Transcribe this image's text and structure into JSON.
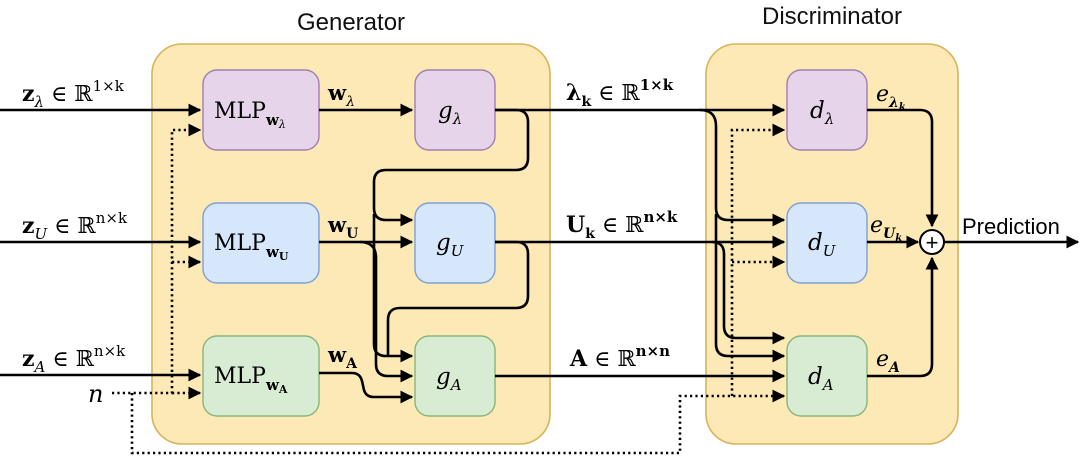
{
  "panels": {
    "generator_title": "Generator",
    "discriminator_title": "Discriminator"
  },
  "inputs": {
    "z_lambda": {
      "var": "z",
      "sub": "λ",
      "in": " ∈ ℝ",
      "sup": "1×k"
    },
    "z_u": {
      "var": "z",
      "sub": "U",
      "in": " ∈ ℝ",
      "sup": "n×k"
    },
    "z_a": {
      "var": "z",
      "sub": "A",
      "in": " ∈ ℝ",
      "sup": "n×k"
    },
    "n": "n"
  },
  "mlp": {
    "label": "MLP",
    "sub_lambda": "w",
    "sub_lambda_sub": "λ",
    "sub_u": "w",
    "sub_u_sub": "U",
    "sub_a": "w",
    "sub_a_sub": "A"
  },
  "weights": {
    "w_lambda": {
      "var": "w",
      "sub": "λ"
    },
    "w_u": {
      "var": "w",
      "sub": "U"
    },
    "w_a": {
      "var": "w",
      "sub": "A"
    }
  },
  "generators": {
    "g_lambda": {
      "var": "g",
      "sub": "λ"
    },
    "g_u": {
      "var": "g",
      "sub": "U"
    },
    "g_a": {
      "var": "g",
      "sub": "A"
    }
  },
  "outputs": {
    "lambda_k": {
      "var": "λ",
      "sub": "k",
      "in": " ∈ ℝ",
      "sup": "1×k"
    },
    "u_k": {
      "var": "U",
      "sub": "k",
      "in": " ∈ ℝ",
      "sup": "n×k"
    },
    "a": {
      "var": "A",
      "in": " ∈ ℝ",
      "sup": "n×n"
    }
  },
  "discriminators": {
    "d_lambda": {
      "var": "d",
      "sub": "λ"
    },
    "d_u": {
      "var": "d",
      "sub": "U"
    },
    "d_a": {
      "var": "d",
      "sub": "A"
    }
  },
  "embeddings": {
    "e_lambda": {
      "var": "e",
      "sub": "λ",
      "subsub": "k"
    },
    "e_u": {
      "var": "e",
      "sub": "U",
      "subsub": "k"
    },
    "e_a": {
      "var": "e",
      "sub": "A"
    }
  },
  "sum_symbol": "+",
  "prediction": "Prediction"
}
